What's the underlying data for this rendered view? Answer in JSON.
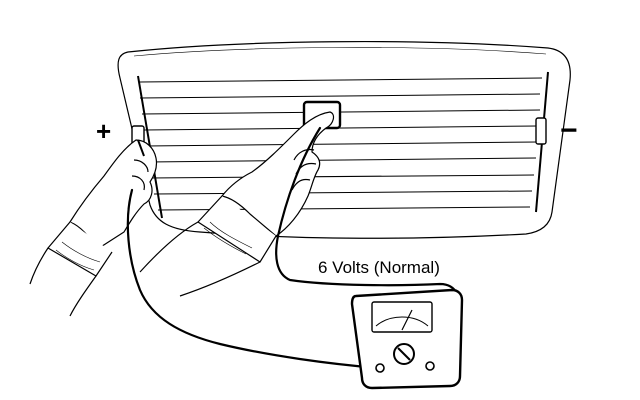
{
  "labels": {
    "positive_terminal": "+",
    "negative_terminal": "−",
    "voltage_reading": "6 Volts (Normal)"
  },
  "icons": {
    "window": "rear-window-glass",
    "meter": "analog-voltmeter",
    "hand_left": "hand-holding-probe",
    "hand_right": "hand-pointing-finger"
  },
  "colors": {
    "line": "#000000",
    "background": "#ffffff"
  }
}
